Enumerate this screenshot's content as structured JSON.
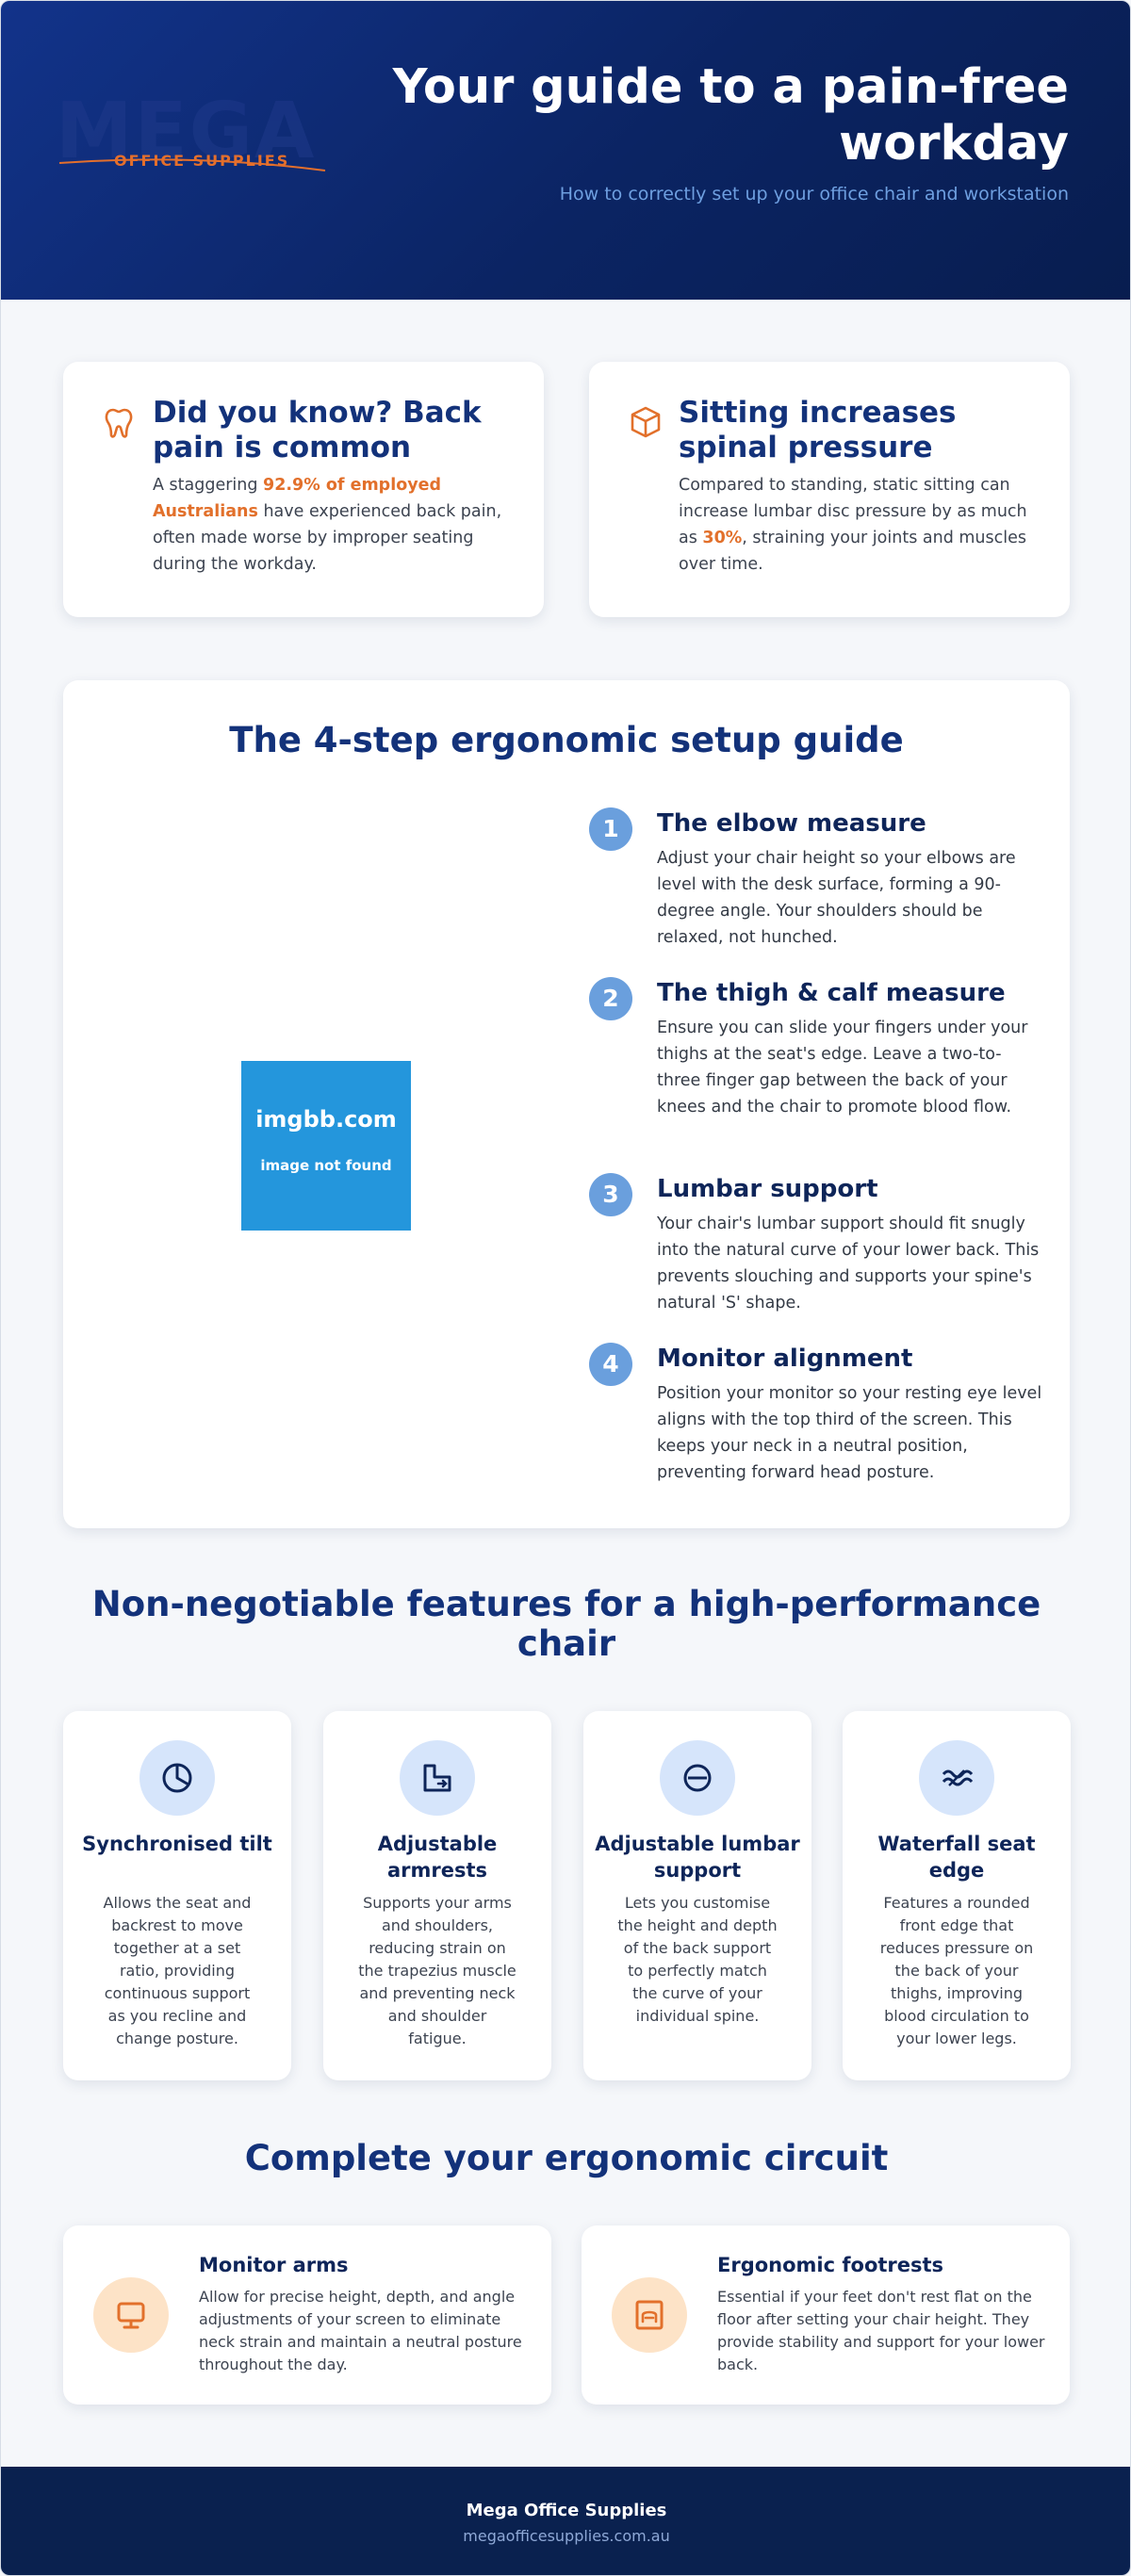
{
  "header": {
    "logo_word": "MEGA",
    "logo_sub": "OFFICE SUPPLIES",
    "title": "Your guide to a pain-free workday",
    "subtitle": "How to correctly set up your office chair and workstation"
  },
  "facts": [
    {
      "icon": "back-icon",
      "title": "Did you know? Back pain is common",
      "text_before": "A staggering ",
      "highlight": "92.9% of employed Australians",
      "text_after": " have experienced back pain, often made worse by improper seating during the workday."
    },
    {
      "icon": "cube-icon",
      "title": "Sitting increases spinal pressure",
      "text_before": "Compared to standing, static sitting can increase lumbar disc pressure by as much as ",
      "highlight": "30%",
      "text_after": ", straining your joints and muscles over time."
    }
  ],
  "guide": {
    "title": "The 4-step ergonomic setup guide",
    "image_placeholder": {
      "line1": "imgbb.com",
      "line2": "image not found"
    },
    "steps": [
      {
        "num": "1",
        "title": "The elbow measure",
        "text": "Adjust your chair height so your elbows are level with the desk surface, forming a 90-degree angle. Your shoulders should be relaxed, not hunched."
      },
      {
        "num": "2",
        "title": "The thigh & calf measure",
        "text": "Ensure you can slide your fingers under your thighs at the seat's edge. Leave a two-to-three finger gap between the back of your knees and the chair to promote blood flow."
      },
      {
        "num": "3",
        "title": "Lumbar support",
        "text": "Your chair's lumbar support should fit snugly into the natural curve of your lower back. This prevents slouching and supports your spine's natural 'S' shape."
      },
      {
        "num": "4",
        "title": "Monitor alignment",
        "text": "Position your monitor so your resting eye level aligns with the top third of the screen. This keeps your neck in a neutral position, preventing forward head posture."
      }
    ]
  },
  "features": {
    "title": "Non-negotiable features for a high-performance chair",
    "items": [
      {
        "icon": "pie-chart-icon",
        "title": "Synchronised tilt",
        "text": "Allows the seat and backrest to move together at a set ratio, providing continuous support as you recline and change posture."
      },
      {
        "icon": "armrest-icon",
        "title": "Adjustable armrests",
        "text": "Supports your arms and shoulders, reducing strain on the trapezius muscle and preventing neck and shoulder fatigue."
      },
      {
        "icon": "circle-minus-icon",
        "title": "Adjustable lumbar support",
        "text": "Lets you customise the height and depth of the back support to perfectly match the curve of your individual spine."
      },
      {
        "icon": "waves-icon",
        "title": "Waterfall seat edge",
        "text": "Features a rounded front edge that reduces pressure on the back of your thighs, improving blood circulation to your lower legs."
      }
    ]
  },
  "circuit": {
    "title": "Complete your ergonomic circuit",
    "items": [
      {
        "icon": "monitor-icon",
        "title": "Monitor arms",
        "text": "Allow for precise height, depth, and angle adjustments of your screen to eliminate neck strain and maintain a neutral posture throughout the day."
      },
      {
        "icon": "footrest-icon",
        "title": "Ergonomic footrests",
        "text": "Essential if your feet don't rest flat on the floor after setting your chair height. They provide stability and support for your lower back."
      }
    ]
  },
  "footer": {
    "brand": "Mega Office Supplies",
    "url": "megaofficesupplies.com.au"
  },
  "colors": {
    "navy": "#13327a",
    "accent_orange": "#e2702b",
    "step_blue": "#6a9fdd",
    "footer_bg": "#0a214f"
  }
}
